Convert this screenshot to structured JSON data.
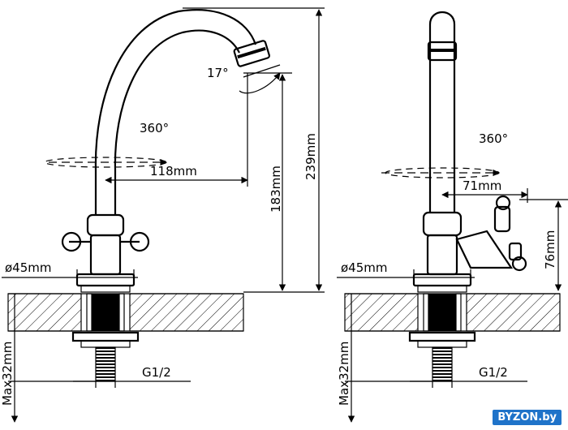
{
  "front_view": {
    "rotation": "360°",
    "angle": "17°",
    "reach": "118mm",
    "spout_height": "183mm",
    "total_height": "239mm",
    "base_diameter": "ø45mm",
    "max_thickness": "Max32mm",
    "thread": "G1/2"
  },
  "side_view": {
    "rotation": "360°",
    "handle_reach": "71mm",
    "handle_height": "76mm",
    "base_diameter": "ø45mm",
    "max_thickness": "Max32mm",
    "thread": "G1/2"
  },
  "watermark": "BYZON.by"
}
